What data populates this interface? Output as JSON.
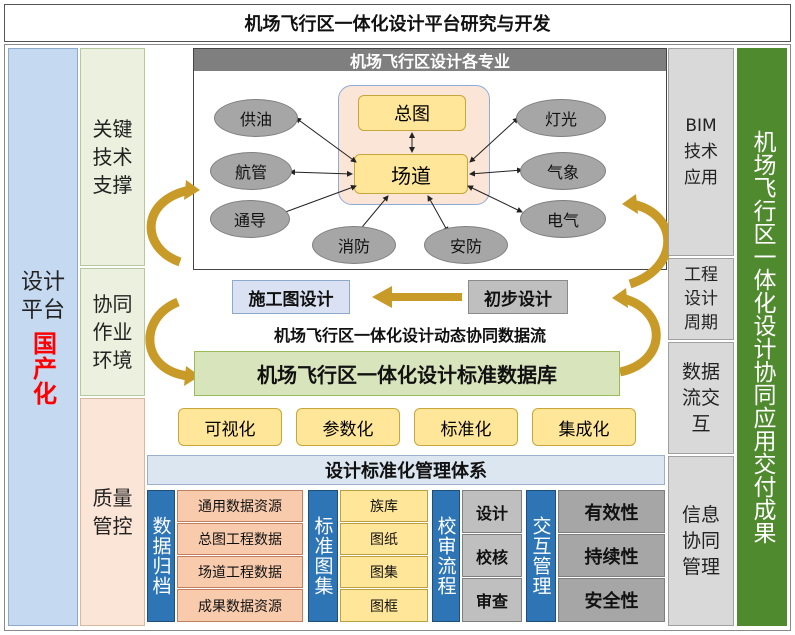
{
  "title": "机场飞行区一体化设计平台研究与开发",
  "left_column": {
    "line1": "设计",
    "line2": "平台",
    "highlight": "国产化",
    "highlight_color": "#ff0000"
  },
  "support_column": {
    "key_tech": "关键技术支撑",
    "collab_env": "协同作业环境",
    "quality": "质量管控"
  },
  "specialties": {
    "header": "机场飞行区设计各专业",
    "center_top": "总图",
    "center_main": "场道",
    "nodes": {
      "oil": "供油",
      "atc": "航管",
      "comm": "通导",
      "fire": "消防",
      "security": "安防",
      "light": "灯光",
      "weather": "气象",
      "electric": "电气"
    }
  },
  "flow": {
    "construction": "施工图设计",
    "preliminary": "初步设计",
    "dynamic_flow": "机场飞行区一体化设计动态协同数据流",
    "database": "机场飞行区一体化设计标准数据库"
  },
  "features": [
    "可视化",
    "参数化",
    "标准化",
    "集成化"
  ],
  "management": {
    "header": "设计标准化管理体系",
    "data_archive": {
      "label": "数据归档",
      "items": [
        "通用数据资源",
        "总图工程数据",
        "场道工程数据",
        "成果数据资源"
      ]
    },
    "standard_atlas": {
      "label": "标准图集",
      "items": [
        "族库",
        "图纸",
        "图集",
        "图框"
      ]
    },
    "review_flow": {
      "label": "校审流程",
      "items": [
        "设计",
        "校核",
        "审查"
      ]
    },
    "interaction": {
      "label": "交互管理",
      "items": [
        "有效性",
        "持续性",
        "安全性"
      ]
    }
  },
  "right_column": {
    "bim": "BIM技术应用",
    "cycle": "工程设计周期",
    "dataflow": "数据流交互",
    "info": "信息协同管理"
  },
  "delivery": "机场飞行区一体化设计协同应用交付成果"
}
